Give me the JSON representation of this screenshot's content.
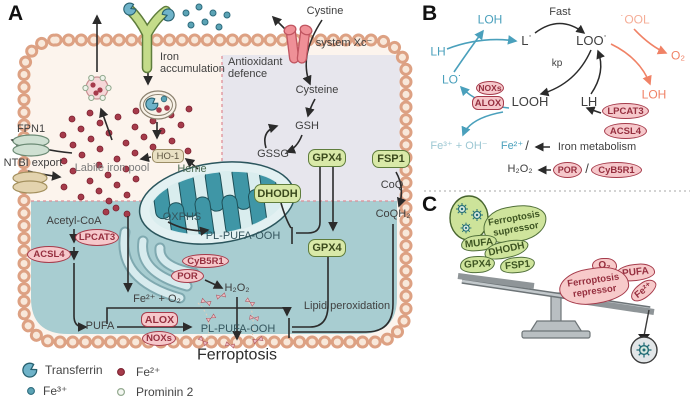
{
  "colors": {
    "cell_interior": "#fcf4ed",
    "antioxidant_region": "#e7e6ed",
    "teal_region": "#a8cdd1",
    "membrane": "#e2ab8c",
    "green_box": "#d9e9a8",
    "green_box_border": "#5f7d3c",
    "pink_fill": "#f6c8cb",
    "pink_border": "#a63b4b",
    "blue": "#4aa0bc",
    "orange": "#f08266",
    "fe2_dot": "#a63b4b",
    "fe3_dot": "#5ba3b5"
  },
  "panelA": {
    "label": "A",
    "cystine": "Cystine",
    "system_xc": "system Xc⁻",
    "iron_accumulation_l1": "Iron",
    "iron_accumulation_l2": "accumulation",
    "antioxidant_l1": "Antioxidant",
    "antioxidant_l2": "defence",
    "cysteine": "Cysteine",
    "gsh": "GSH",
    "gssg": "GSSG",
    "gpx4_upper": "GPX4",
    "gpx4_lower": "GPX4",
    "fsp1": "FSP1",
    "coq": "CoQ",
    "coqh2": "CoQH₂",
    "dhodh": "DHODH",
    "heme": "Heme",
    "ho1": "HO-1",
    "oxphs": "OXPHS",
    "pl_pufa_ooh_mito": "PL-PUFA-OOH",
    "pl_pufa_ooh_membrane": "PL-PUFA-OOH",
    "fpn1": "FPN1",
    "ntbi_export": "NTBI export",
    "labile_iron_pool": "Labile iron pool",
    "acetyl_coa": "Acetyl-CoA",
    "lpcat3": "LPCAT3",
    "acsl4": "ACSL4",
    "pufa": "PUFA",
    "fe2_o2": "Fe²⁺ + O₂",
    "alox": "ALOX",
    "noxs": "NOXs",
    "cyb5r1": "CyB5R1",
    "por": "POR",
    "h2o2": "H₂O₂",
    "lipid_peroxidation": "Lipid peroxidation",
    "ferroptosis": "Ferroptosis",
    "legend": [
      {
        "label": "Transferrin",
        "marker": "transferrin-icon"
      },
      {
        "label": "Fe³⁺",
        "marker": "fe3-dot"
      },
      {
        "label": "Fe²⁺",
        "marker": "fe2-dot"
      },
      {
        "label": "Prominin 2",
        "marker": "prominin-dot"
      }
    ]
  },
  "panelB": {
    "label": "B",
    "fast": "Fast",
    "l_radical": "L˙",
    "loo_radical": "LOO˙",
    "kp": "kp",
    "looh": "LOOH",
    "lh_black": "LH",
    "lh_blue": "LH",
    "loh_blue": "LOH",
    "lo_radical": "LO˙",
    "ool_radical": "˙OOL",
    "o2": "O₂",
    "loh_orange": "LOH",
    "noxs": "NOXs",
    "alox": "ALOX",
    "lpcat3": "LPCAT3",
    "acsl4": "ACSL4",
    "fe3_oh": "Fe³⁺ + OH⁻",
    "fe2": "Fe²⁺",
    "slash1": "/",
    "iron_metabolism": "Iron metabolism",
    "h2o2": "H₂O₂",
    "por": "POR",
    "slash2": "/",
    "cyb5r1": "CyB5R1"
  },
  "panelC": {
    "label": "C",
    "supressor_l1": "Ferroptosis",
    "supressor_l2": "supressor",
    "repressor_l1": "Ferroptosis",
    "repressor_l2": "repressor",
    "mufa": "MUFA",
    "dhodh": "DHODH",
    "gpx4": "GPX4",
    "fsp1": "FSP1",
    "o2": "O₂",
    "pufa": "PUFA",
    "fe2": "Fe²⁺"
  }
}
